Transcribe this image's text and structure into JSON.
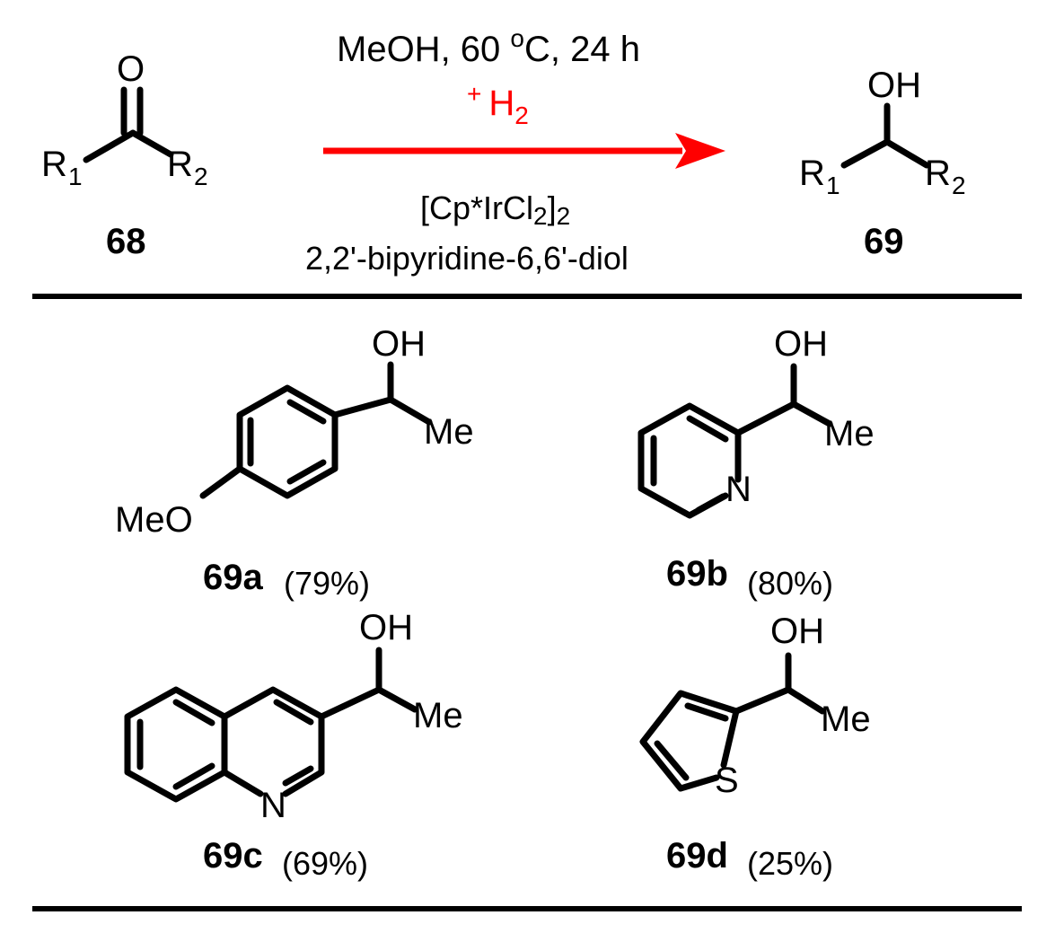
{
  "scheme": {
    "reactant": {
      "id": "68",
      "atom_o": "O",
      "r1": "R",
      "r1_sub": "1",
      "r2": "R",
      "r2_sub": "2"
    },
    "product": {
      "id": "69",
      "atom_oh": "OH",
      "r1": "R",
      "r1_sub": "1",
      "r2": "R",
      "r2_sub": "2"
    },
    "conditions": {
      "above_line1": "MeOH, 60 ",
      "degree_o": "o",
      "above_line1_end": "C, 24 h",
      "plus": "+",
      "h2": "H",
      "h2_sub": "2",
      "below_line1_a": "[Cp*IrCl",
      "below_line1_sub": "2",
      "below_line1_b": "]",
      "below_line1_sub2": "2",
      "below_line2": "2,2'-bipyridine-6,6'-diol"
    },
    "colors": {
      "arrow": "#ff0000",
      "text": "#000000"
    }
  },
  "compounds": [
    {
      "id": "69a",
      "yield": "(79%)",
      "oh": "OH",
      "me": "Me",
      "extra": "MeO"
    },
    {
      "id": "69b",
      "yield": "(80%)",
      "oh": "OH",
      "me": "Me",
      "extra": "N"
    },
    {
      "id": "69c",
      "yield": "(69%)",
      "oh": "OH",
      "me": "Me",
      "extra": "N"
    },
    {
      "id": "69d",
      "yield": "(25%)",
      "oh": "OH",
      "me": "Me",
      "extra": "S"
    }
  ]
}
